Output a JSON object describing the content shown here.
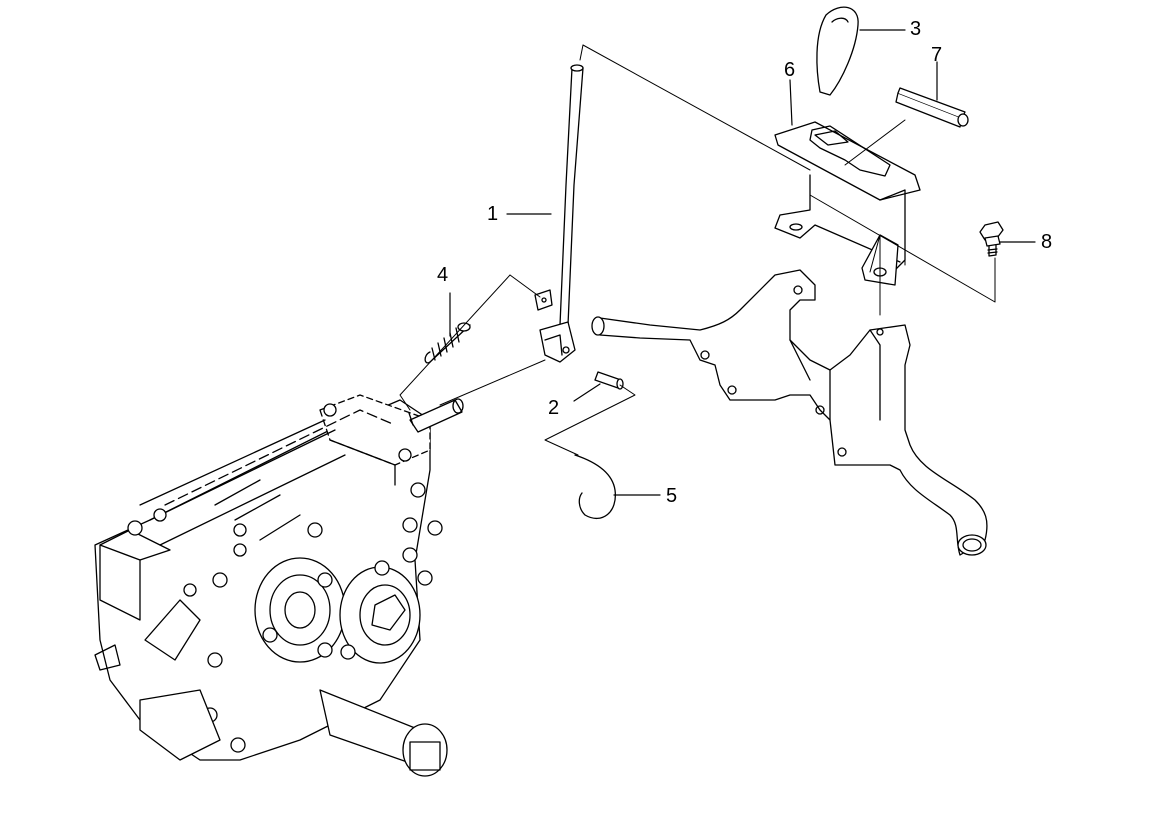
{
  "callouts": [
    {
      "id": "1",
      "label": "1"
    },
    {
      "id": "2",
      "label": "2"
    },
    {
      "id": "3",
      "label": "3"
    },
    {
      "id": "4",
      "label": "4"
    },
    {
      "id": "5",
      "label": "5"
    },
    {
      "id": "6",
      "label": "6"
    },
    {
      "id": "7",
      "label": "7"
    },
    {
      "id": "8",
      "label": "8"
    }
  ],
  "colors": {
    "line": "#000000",
    "fill": "#ffffff",
    "shade": "#e6e6e6",
    "background": "#ffffff"
  }
}
